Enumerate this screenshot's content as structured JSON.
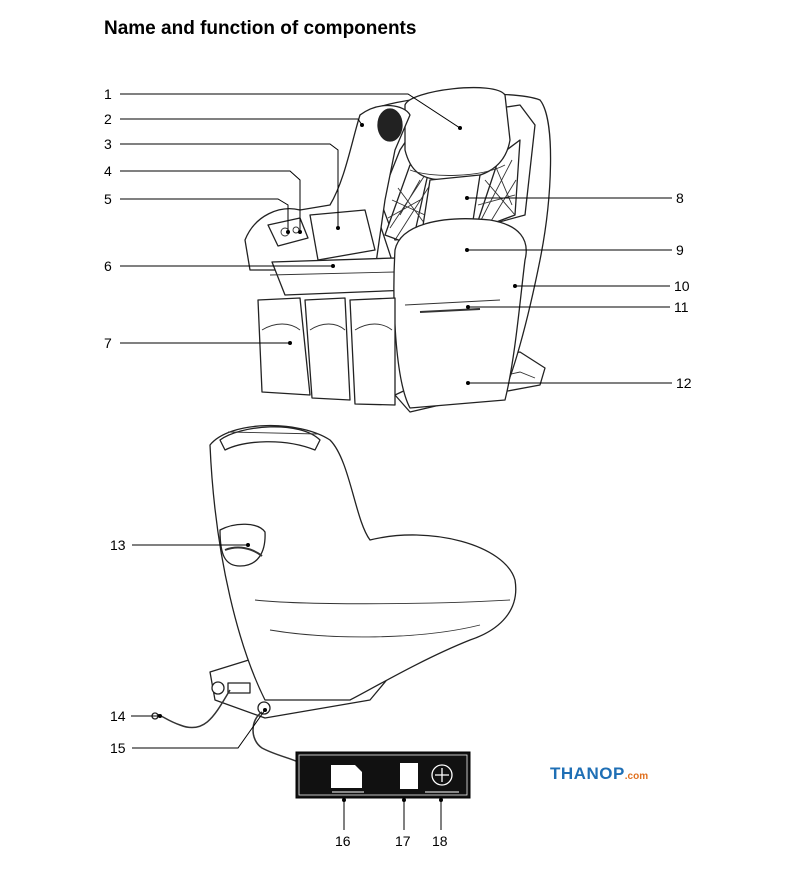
{
  "title": "Name and function of components",
  "callouts": [
    "1",
    "2",
    "3",
    "4",
    "5",
    "6",
    "7",
    "8",
    "9",
    "10",
    "11",
    "12",
    "13",
    "14",
    "15",
    "16",
    "17",
    "18"
  ],
  "watermark": {
    "brand": "THANOP",
    "tld": ".com",
    "brand_color": "#1f6fb5",
    "tld_color": "#e0701f"
  }
}
